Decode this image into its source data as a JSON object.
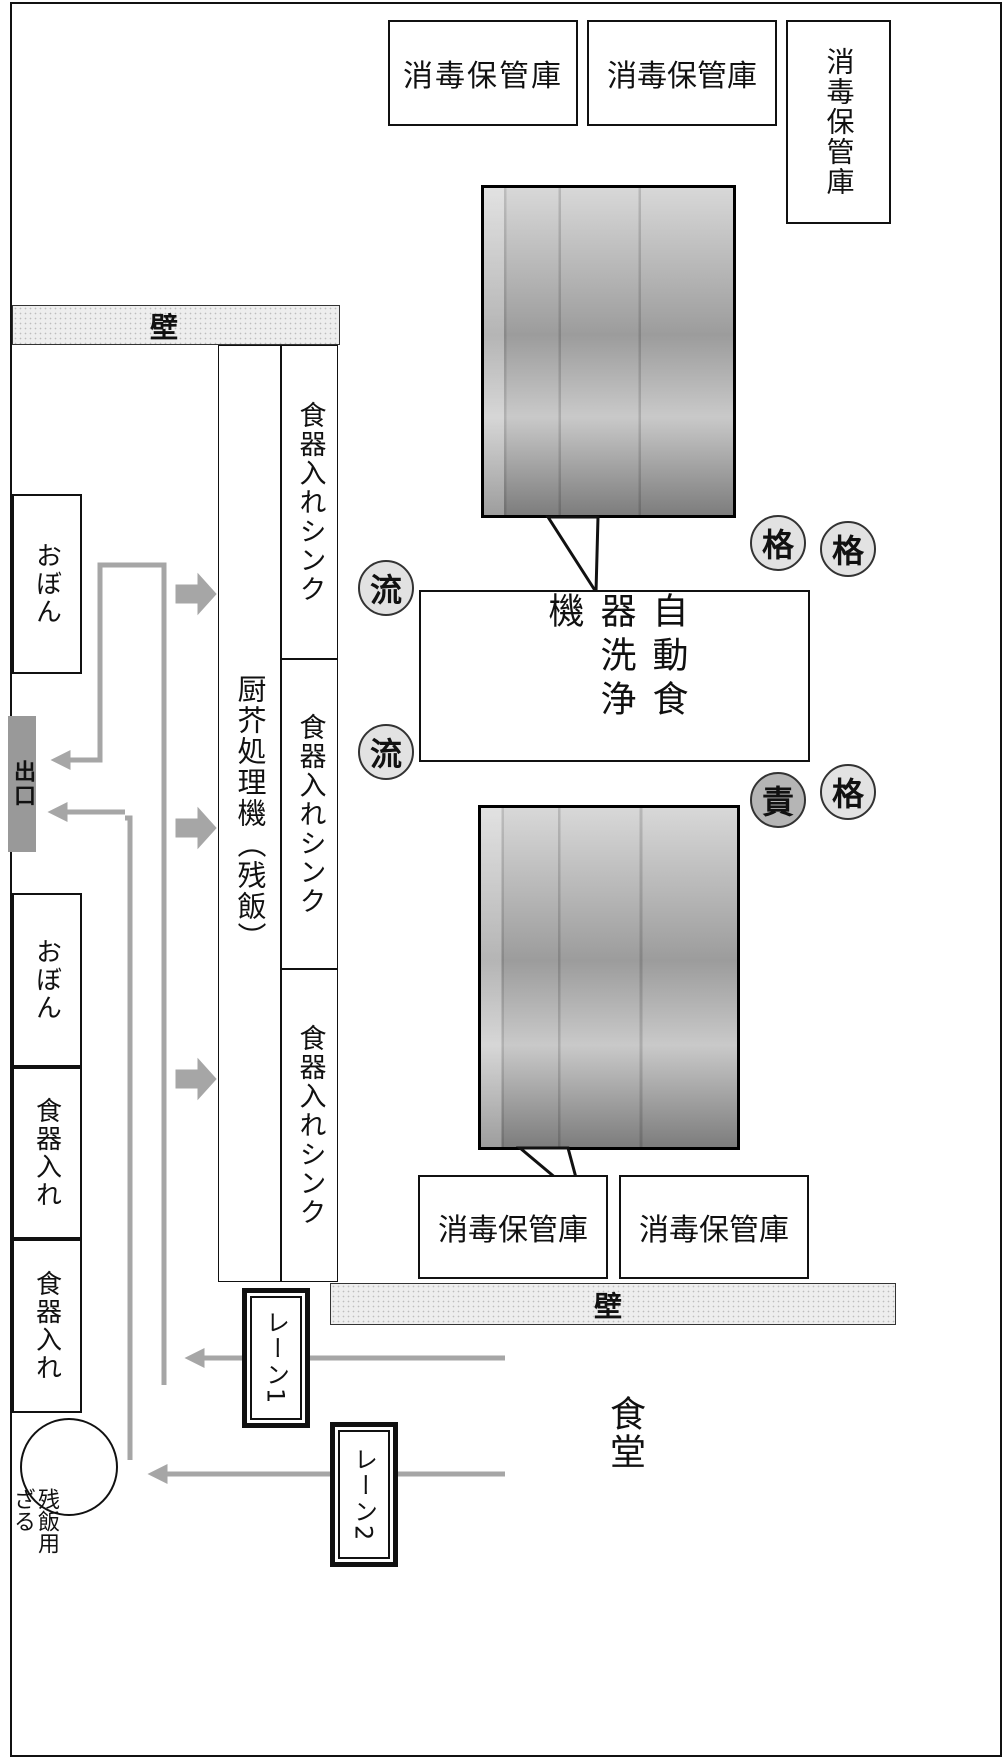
{
  "labels": {
    "storage": "消毒保管庫",
    "wall": "壁",
    "exit": "出口",
    "tray": "おぼん",
    "dish_box": "食器入れ",
    "garbage_machine": "厨芥処理機（残飯）",
    "dish_sink": "食器入れシンク",
    "washer": "自動食器洗浄機",
    "lane1": "レーン1",
    "lane2": "レーン2",
    "cafeteria": "食堂",
    "waste_basket": "残飯用ざる"
  },
  "markers": {
    "flow": "流",
    "grid": "格",
    "resp": "責"
  },
  "colors": {
    "arrow": "#a6a6a6",
    "marker": "#e2e2e2",
    "marker_dark": "#b5b5b5"
  }
}
